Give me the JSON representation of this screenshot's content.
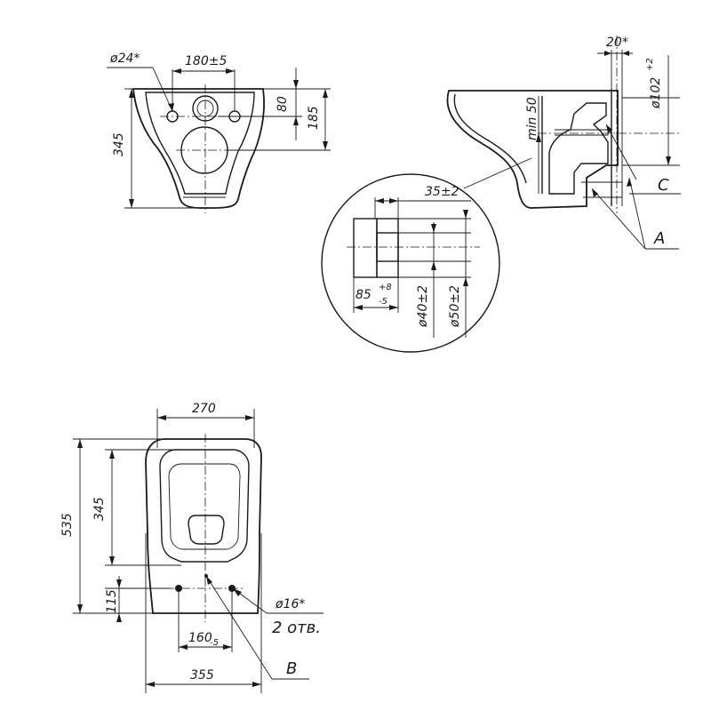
{
  "top_view": {
    "dim_hole_dia": "ø24*",
    "dim_hole_spacing": "180±5",
    "dim_height_total": "345",
    "dim_height_80": "80",
    "dim_height_185": "185"
  },
  "side_view": {
    "dim_top_20": "20*",
    "dim_outlet_dia": "ø102",
    "dim_outlet_tol": "+2",
    "dim_min50": "min 50",
    "label_c": "C",
    "label_a": "A"
  },
  "detail_view": {
    "dim_35": "35±2",
    "dim_85": "85",
    "dim_85_tol_upper": "+8",
    "dim_85_tol_lower": "-5",
    "dim_40": "ø40±2",
    "dim_50": "ø50±2"
  },
  "plan_view": {
    "dim_width_270": "270",
    "dim_length_535": "535",
    "dim_length_345": "345",
    "dim_115": "115",
    "dim_160": "160",
    "dim_160_tol": "-5",
    "dim_355": "355",
    "dim_bolt_dia": "ø16*",
    "holes_note": "2 отв.",
    "label_b": "B"
  }
}
